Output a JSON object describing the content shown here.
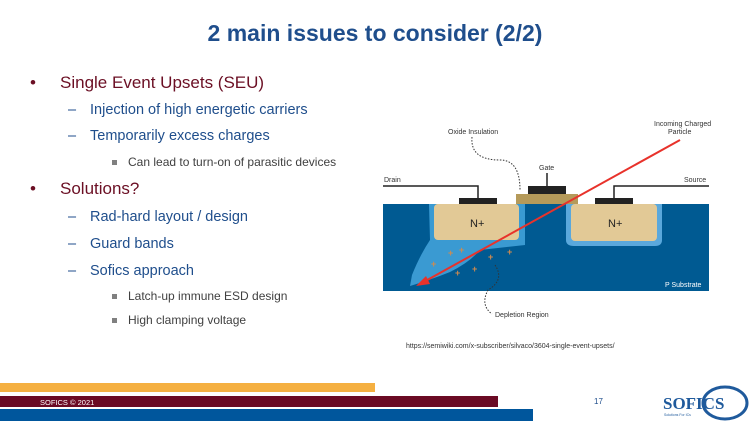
{
  "title": "2 main issues to consider (2/2)",
  "bullets": {
    "seu": "Single Event Upsets (SEU)",
    "injection": "Injection of high energetic carriers",
    "excess": "Temporarily excess charges",
    "parasitic": "Can lead to turn-on of parasitic devices",
    "solutions": "Solutions?",
    "radhard": "Rad-hard layout / design",
    "guard": "Guard bands",
    "sofics": "Sofics approach",
    "latchup": "Latch-up immune ESD design",
    "clamping": "High clamping voltage"
  },
  "diagram": {
    "oxide": "Oxide Insulation",
    "gate": "Gate",
    "drain": "Drain",
    "source": "Source",
    "incoming1": "Incoming Charged",
    "incoming2": "Particle",
    "nplus": "N+",
    "substrate": "P Substrate",
    "depletion": "Depletion Region"
  },
  "source_url": "https://semiwiki.com/x-subscriber/silvaco/3604-single-event-upsets/",
  "footer": {
    "copyright": "SOFICS © 2021",
    "page": "17",
    "logo": "SOFICS",
    "logo_tag": "Solutions For ICs"
  },
  "colors": {
    "orange": "#f5b041",
    "maroon": "#6b0a24",
    "blue": "#00569c"
  }
}
